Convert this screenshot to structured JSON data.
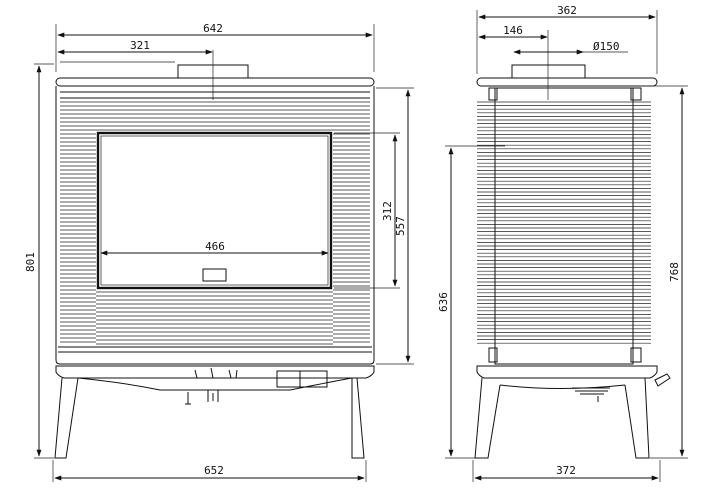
{
  "drawing": {
    "front_view": {
      "overall_width": "642",
      "half_width": "321",
      "height": "801",
      "door_glass_width": "466",
      "door_glass_height": "312",
      "body_height": "557",
      "base_width": "652"
    },
    "side_view": {
      "top_depth": "362",
      "flue_offset": "146",
      "flue_diameter": "Ø150",
      "flue_height": "636",
      "body_height": "768",
      "base_depth": "372"
    }
  }
}
